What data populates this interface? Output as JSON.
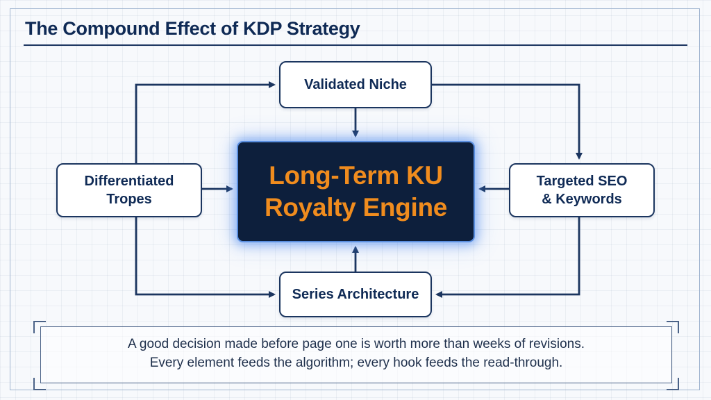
{
  "title": "The Compound Effect of KDP Strategy",
  "nodes": {
    "top": "Validated Niche",
    "left": "Differentiated\nTropes",
    "right": "Targeted SEO\n& Keywords",
    "bottom": "Series Architecture",
    "center": "Long-Term KU\nRoyalty Engine"
  },
  "quote": {
    "line1": "A good decision made before page one is worth more than weeks of revisions.",
    "line2": "Every element feeds the algorithm; every hook feeds the read-through."
  },
  "colors": {
    "navy": "#1b355f",
    "accent_orange": "#f08c1e",
    "engine_fill": "#0d1f3c",
    "glow": "#5b8fe0"
  }
}
